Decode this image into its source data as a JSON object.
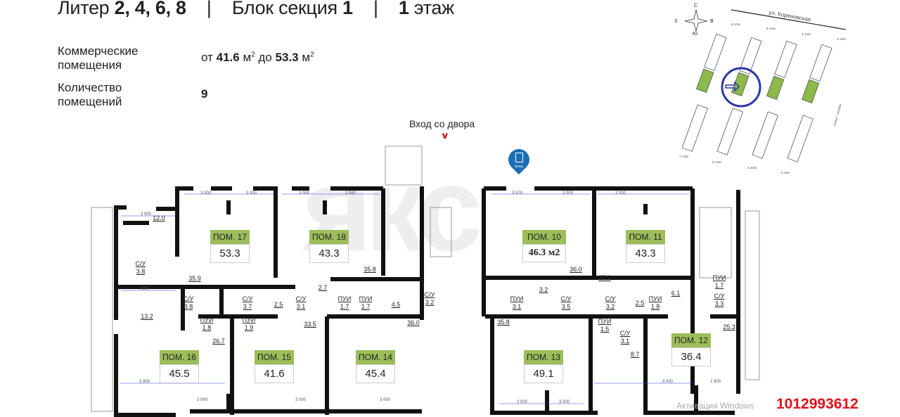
{
  "header": {
    "liter_label": "Литер",
    "liter_value": "2, 4, 6, 8",
    "section_label": "Блок секция",
    "section_value": "1",
    "floor_value": "1",
    "floor_label": "этаж",
    "separator": "|"
  },
  "info": {
    "commercial_label": "Коммерческие помещения",
    "range_from_word": "от",
    "range_min": "41.6",
    "range_to_word": "до",
    "range_max": "53.3",
    "unit": "м",
    "unit_sup": "2",
    "count_label": "Количество помещений",
    "count_value": "9"
  },
  "entry": {
    "label": "Вход со двора",
    "pin_text": "вход"
  },
  "rooms": [
    {
      "name": "ПОМ. 17",
      "area": "53.3"
    },
    {
      "name": "ПОМ. 18",
      "area": "43.3"
    },
    {
      "name": "ПОМ. 10",
      "area": "46.3 м2"
    },
    {
      "name": "ПОМ. 11",
      "area": "43.3"
    },
    {
      "name": "ПОМ. 16",
      "area": "45.5"
    },
    {
      "name": "ПОМ. 15",
      "area": "41.6"
    },
    {
      "name": "ПОМ. 14",
      "area": "45.4"
    },
    {
      "name": "ПОМ. 13",
      "area": "49.1"
    },
    {
      "name": "ПОМ. 12",
      "area": "36.4"
    }
  ],
  "small_labels": [
    "12.0",
    "С/У\n3.8",
    "35.9",
    "С/У\n3.8",
    "С/У\n3.7",
    "2.5",
    "С/У\n3.1",
    "2.7",
    "ПУИ\n1.7",
    "ПУИ\n1.7",
    "35.8",
    "4.5",
    "С/У\n3.2",
    "36.0",
    "ПУИ\n1.8",
    "ПУИ\n1.9",
    "13.2",
    "26.7",
    "33.5",
    "36.0",
    "35.8",
    "ПУИ\n3.1",
    "3.2",
    "С/У\n3.5",
    "С/У\n3.2",
    "2.5",
    "ПУИ\n1.8",
    "6.1",
    "ПУИ\n1.7",
    "С/У\n3.3",
    "35.8",
    "ПУИ\n1.5",
    "С/У\n3.1",
    "8.7",
    "25.3"
  ],
  "dimensions": [
    "3 000",
    "3 000",
    "3 000",
    "3 580",
    "3 579",
    "3 000",
    "3 000",
    "3 900",
    "3 550",
    "3 900",
    "3 000",
    "3 000",
    "3 000",
    "3 000",
    "3 000",
    "3 000",
    "2 800"
  ],
  "minimap": {
    "street": "ул. Кореновская",
    "compass": {
      "n": "С",
      "s": "Ю",
      "w": "З",
      "e": "В"
    },
    "stages": [
      "8 этап",
      "6 этап",
      "4 этап",
      "2 этап",
      "7 этап",
      "5 этап",
      "3 этап",
      "1 этап"
    ],
    "side_label": "этапы = литеры",
    "highlight_color": "#8db84a",
    "marker_color": "#2b35a8"
  },
  "watermark": "якс",
  "os_notice": "Активация Windows",
  "listing_id": "1012993612",
  "colors": {
    "room_tag": "#9cbd5a",
    "accent": "#c0272d",
    "pin": "#1c6fb3",
    "id": "#e0101a"
  }
}
